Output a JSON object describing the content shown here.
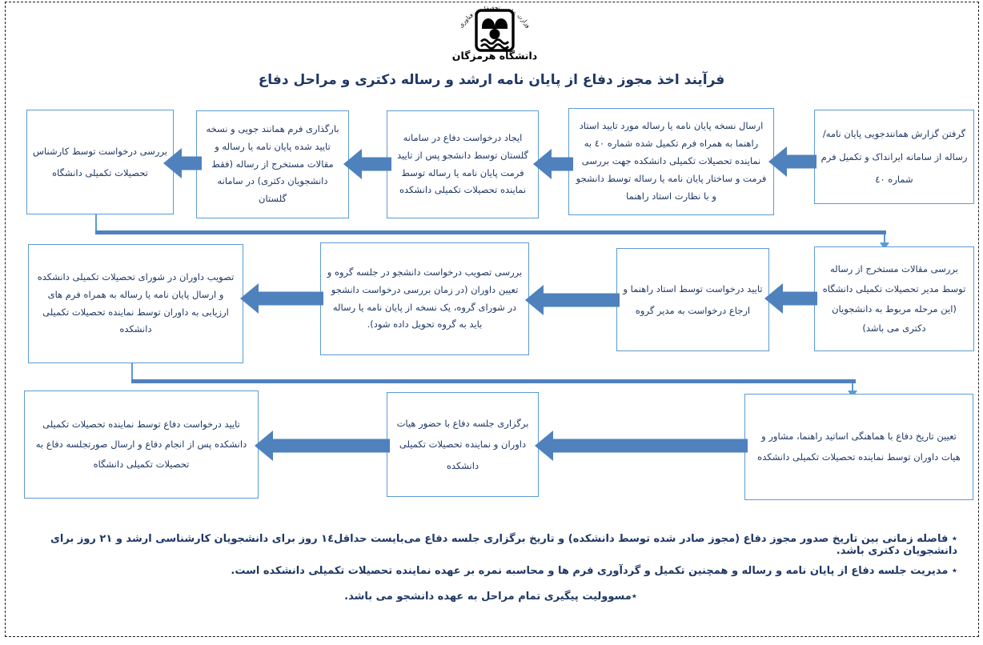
{
  "header": {
    "ministry_arc_text": "وزارت علوم، تحقیقات و فناوری",
    "university_name": "دانشگاه هرمزگان",
    "title": "فرآیند اخذ مجوز دفاع از پایان نامه ارشد و رساله دکتری و مراحل دفاع"
  },
  "colors": {
    "box_border": "#5B9BD5",
    "arrow_fill": "#4F81BD",
    "text": "#1F3864"
  },
  "flow": {
    "rows": [
      {
        "boxes": [
          {
            "text": "گرفتن گزارش همانندجویی  پایان نامه/ رساله از سامانه ایرانداک و تکمیل فرم شماره ٤٠"
          },
          {
            "text": "ارسال نسخه پایان نامه یا رساله مورد تایید استاد راهنما به همراه فرم تکمیل شده شماره ٤٠ به نماینده تحصیلات تکمیلی دانشکده جهت بررسی فرمت و ساختار پایان نامه یا رساله توسط دانشجو و با نظارت استاد راهنما"
          },
          {
            "text": "ایجاد درخواست دفاع در سامانه گلستان توسط دانشجو پس از تایید فرمت پایان نامه یا رساله توسط نماینده تحصیلات تکمیلی دانشکده"
          },
          {
            "text": "بارگذاری فرم همانند جویی و نسخه تایید شده پایان نامه یا رساله و مقالات مستخرج از رساله (فقط دانشجویان دکتری) در سامانه گلستان"
          },
          {
            "text": "بررسی درخواست توسط کارشناس تحصیلات تکمیلی دانشگاه"
          }
        ]
      },
      {
        "boxes": [
          {
            "text": "بررسی مقالات مستخرج از رساله توسط مدیر تحصیلات تکمیلی دانشگاه (این مرحله مربوط به دانشجویان دکتری می باشد)"
          },
          {
            "text": "تایید درخواست توسط استاد راهنما و ارجاع درخواست به مدیر گروه"
          },
          {
            "text": "بررسی تصویب درخواست دانشجو در جلسه گروه و تعیین داوران (در زمان بررسی درخواست دانشجو در شورای گروه، یک نسخه از پایان نامه یا رساله باید به گروه تحویل داده شود)."
          },
          {
            "text": "تصویب داوران در شورای تحصیلات تکمیلی دانشکده و ارسال پایان نامه یا رساله به همراه فرم های ارزیابی به داوران توسط نماینده تحصیلات تکمیلی دانشکده"
          }
        ]
      },
      {
        "boxes": [
          {
            "text": "تعیین تاریخ دفاع با هماهنگی اساتید راهنما، مشاور و هیات داوران توسط نماینده تحصیلات تکمیلی دانشکده"
          },
          {
            "text": "برگزاری جلسه دفاع با حضور هیات داوران و نماینده تحصیلات تکمیلی دانشکده"
          },
          {
            "text": "تایید درخواست دفاع توسط نماینده تحصیلات تکمیلی دانشکده پس از انجام دفاع و ارسال صورتجلسه دفاع به تحصیلات تکمیلی دانشگاه"
          }
        ]
      }
    ]
  },
  "notes": [
    {
      "text": "٭ فاصله زمانی بین تاریخ صدور مجوز دفاع (مجوز صادر شده توسط دانشکده) و تاریخ برگزاری جلسه دفاع می‌بایست حداقل١٤ روز برای دانشجویان کارشناسی ارشد و ٢١ روز برای دانشجویان دکتری باشد."
    },
    {
      "text": "٭ مدیریت جلسه دفاع از پایان نامه و رساله و همچنین تکمیل و گردآوری فرم ها و محاسبه نمره بر عهده نماینده تحصیلات تکمیلی دانشکده است."
    },
    {
      "text": "٭مسوولیت پیگیری تمام مراحل به عهده دانشجو می باشد."
    }
  ]
}
